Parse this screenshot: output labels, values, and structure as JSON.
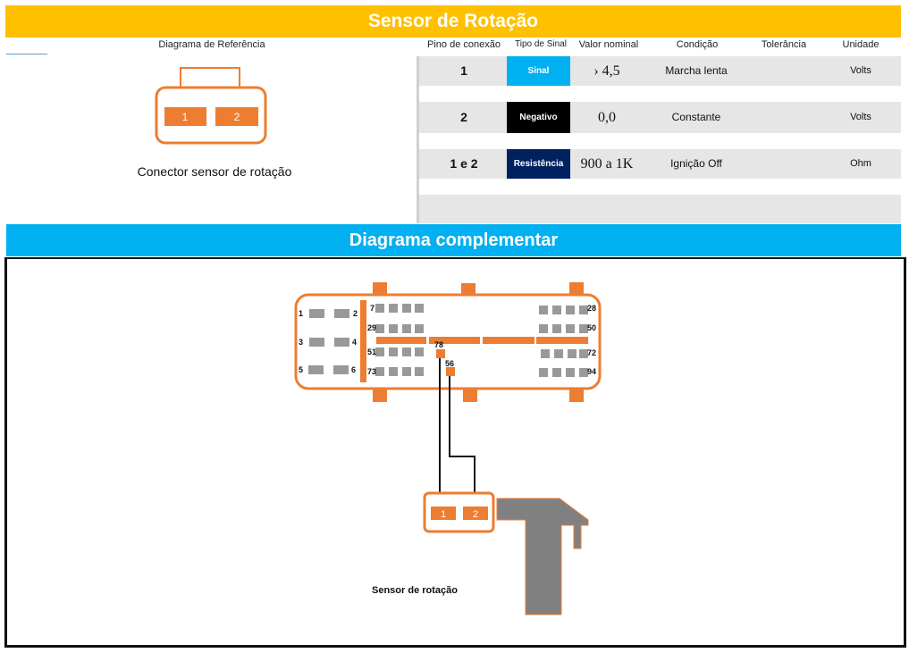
{
  "title": "Sensor de Rotação",
  "headers": {
    "diagram": "Diagrama de Referência",
    "pin": "Pino de conexão",
    "signal_type": "Tipo de Sinal",
    "nominal": "Valor nominal",
    "condition": "Condição",
    "tolerance": "Tolerância",
    "unit": "Unidade"
  },
  "reference": {
    "caption": "Conector sensor de rotação",
    "pins": [
      "1",
      "2"
    ]
  },
  "rows": [
    {
      "pin": "1",
      "signal": "Sinal",
      "signal_color": "#00b0f0",
      "value": "› 4,5",
      "condition": "Marcha lenta",
      "tolerance": "",
      "unit": "Volts"
    },
    {
      "pin": "2",
      "signal": "Negativo",
      "signal_color": "#000000",
      "value": "0,0",
      "condition": "Constante",
      "tolerance": "",
      "unit": "Volts"
    },
    {
      "pin": "1 e 2",
      "signal": "Resistência",
      "signal_color": "#002060",
      "value": "900 a 1K",
      "condition": "Ignição Off",
      "tolerance": "",
      "unit": "Ohm"
    }
  ],
  "complementary": {
    "title": "Diagrama complementar",
    "ecu_pins": {
      "p1": "1",
      "p2": "2",
      "p3": "3",
      "p4": "4",
      "p5": "5",
      "p6": "6",
      "p7": "7",
      "p28": "28",
      "p29": "29",
      "p50": "50",
      "p51": "51",
      "p72": "72",
      "p73": "73",
      "p94": "94",
      "p78": "78",
      "p56": "56"
    },
    "sensor_pins": [
      "1",
      "2"
    ],
    "sensor_label": "Sensor de rotação"
  },
  "colors": {
    "accent": "#ed7d31",
    "title_bg": "#ffc000",
    "section_bg": "#00b0f0"
  }
}
